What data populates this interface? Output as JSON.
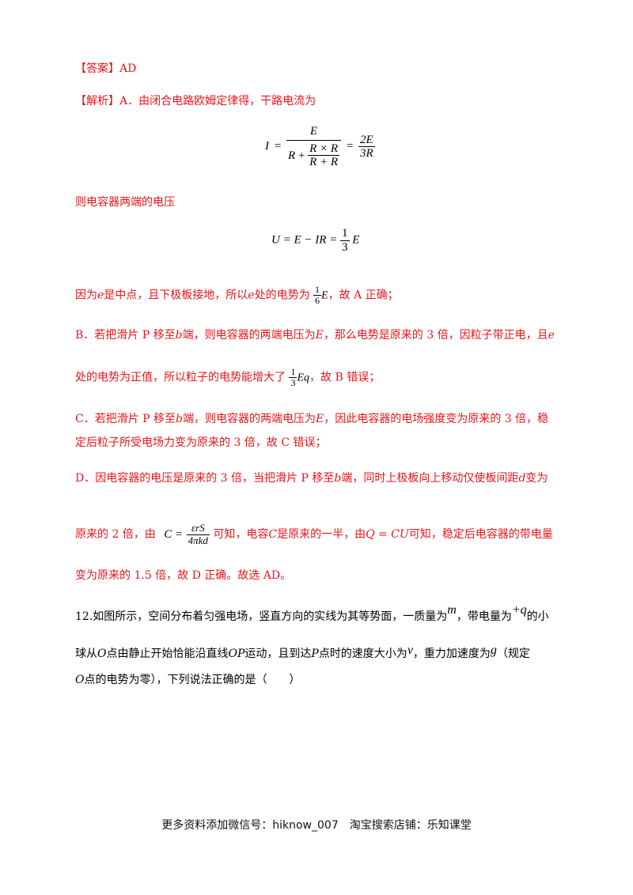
{
  "answer": {
    "label": "【答案】",
    "value": "AD"
  },
  "analysis": {
    "label": "【解析】",
    "intro": "A．由闭合电路欧姆定律得，干路电流为",
    "current_formula": {
      "lhs": "I",
      "numerator": "E",
      "den_R": "R",
      "den_plus": "+",
      "inner_num": "R × R",
      "inner_den": "R + R",
      "rhs_num": "2E",
      "rhs_den": "3R"
    },
    "voltage_intro": "则电容器两端的电压",
    "voltage_formula": {
      "lhs": "U = E − IR =",
      "num": "1",
      "den": "3",
      "tail": "E"
    },
    "line_a": {
      "p1": "因为",
      "e": "e",
      "p2": "是中点，且下极板接地，所以",
      "p3": "处的电势为",
      "num": "1",
      "den": "6",
      "var": "E",
      "p4": "，故 A 正确；"
    },
    "line_b1": {
      "p1": "B．若把滑片 P 移至",
      "b": "b",
      "p2": "端，则电容器的两端电压为",
      "E": "E",
      "p3": "，那么电势是原来的 3 倍，因粒子带正电，且",
      "e": "e"
    },
    "line_b2": {
      "p1": "处的电势为正值，所以粒子的电势能增大了",
      "num": "1",
      "den": "3",
      "var": "Eq",
      "p2": "，故 B 错误；"
    },
    "line_c1": {
      "p1": "C．若把滑片 P 移至",
      "b": "b",
      "p2": "端，则电容器的两端电压为",
      "E": "E",
      "p3": "，因此电容器的电场强度变为原来的 3 倍，稳"
    },
    "line_c2": "定后粒子所受电场力变为原来的 3 倍，故 C 错误；",
    "line_d1": {
      "p1": "D．因电容器的电压是原来的 3 倍，当把滑片 P 移至",
      "b": "b",
      "p2": "端，同时上极板向上移动仅使板间距",
      "d": "d",
      "p3": "变为"
    },
    "line_d2": {
      "p1": "原来的 2 倍，由",
      "lhs": "C =",
      "num": "εrS",
      "den": "4πkd",
      "p2": "可知，电容",
      "C": "C",
      "p3": "是原来的一半，由",
      "Q": "Q = CU",
      "p4": "可知，稳定后电容器的带电量"
    },
    "line_d3": "变为原来的 1.5 倍，故 D 正确。故选 AD。"
  },
  "question": {
    "line1": {
      "p1": "12.如图所示，空间分布着匀强电场，竖直方向的实线为其等势面，一质量为",
      "m": "m",
      "p2": "，带电量为",
      "q": "+q",
      "p3": "的小"
    },
    "line2": {
      "p1": "球从",
      "O": "O",
      "p2": "点由静止开始恰能沿直线",
      "OP": "OP",
      "p3": "运动，且到达",
      "P": "P",
      "p4": "点时的速度大小为",
      "v": "v",
      "p5": "，重力加速度为",
      "g": "g",
      "p6": "（规定"
    },
    "line3": {
      "O": "O",
      "p1": "点的电势为零），下列说法正确的是（　　）"
    }
  },
  "footer": "更多资料添加微信号：hiknow_007　淘宝搜索店铺：乐知课堂"
}
